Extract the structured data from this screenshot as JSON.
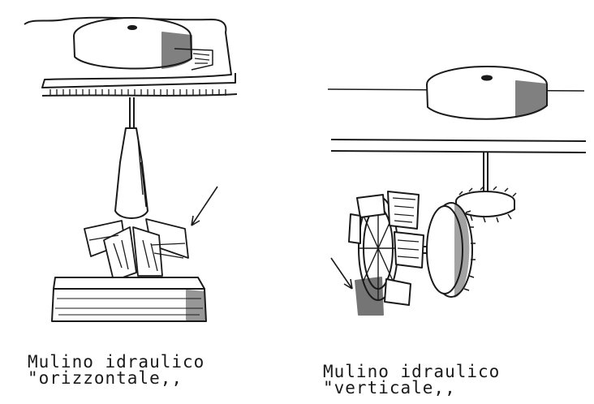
{
  "figures": [
    {
      "caption_line1": "Mulino idraulico",
      "caption_line2": "\"orizzontale,,"
    },
    {
      "caption_line1": "Mulino idraulico",
      "caption_line2": "\"verticale,,"
    }
  ],
  "colors": {
    "ink": "#1a1a1a",
    "paper": "#ffffff"
  }
}
